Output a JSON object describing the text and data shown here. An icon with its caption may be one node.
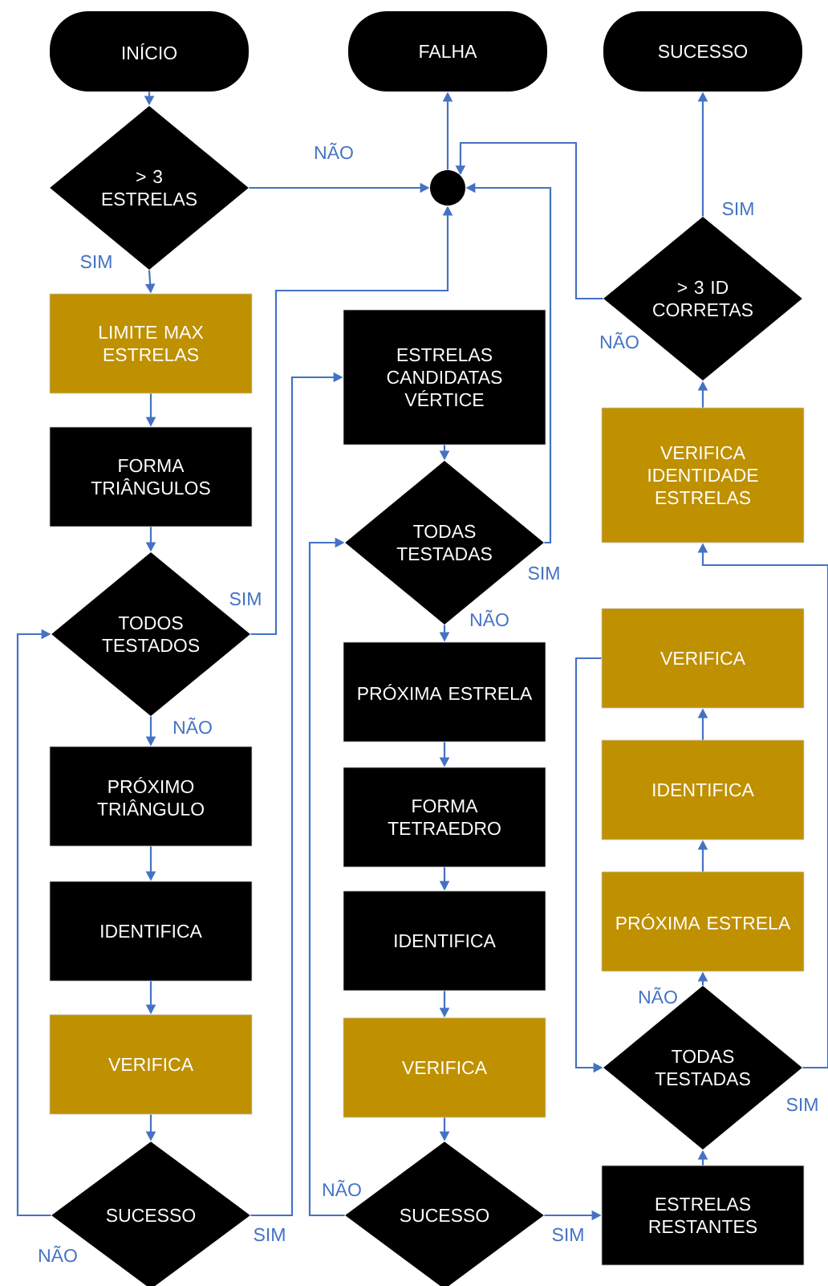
{
  "diagram": {
    "nodes": [
      {
        "text": [
          "INÍCIO"
        ]
      },
      {
        "text": [
          "FALHA"
        ]
      },
      {
        "text": [
          "SUCESSO"
        ]
      },
      {
        "text": [],
        "shape": "circle"
      },
      {
        "text": [
          "> 3 ESTRELAS"
        ]
      },
      {
        "text": [
          "LIMITE MAX ESTRELAS"
        ]
      },
      {
        "text": [
          "FORMA TRIÂNGULOS"
        ]
      },
      {
        "text": [
          "TODOS TESTADOS"
        ]
      },
      {
        "text": [
          "PRÓXIMO TRIÂNGULO"
        ]
      },
      {
        "text": [
          "IDENTIFICA"
        ]
      },
      {
        "text": [
          "VERIFICA"
        ]
      },
      {
        "text": [
          "SUCESSO"
        ]
      },
      {
        "text": [
          "ESTRELAS CANDIDATAS VÉRTICE"
        ]
      },
      {
        "text": [
          "TODAS TESTADAS"
        ]
      },
      {
        "text": [
          "PRÓXIMA ESTRELA"
        ]
      },
      {
        "text": [
          "FORMA TETRAEDRO"
        ]
      },
      {
        "text": [
          "IDENTIFICA"
        ]
      },
      {
        "text": [
          "VERIFICA"
        ]
      },
      {
        "text": [
          "SUCESSO"
        ]
      },
      {
        "text": [
          "> 3 ID CORRETAS"
        ]
      },
      {
        "text": [
          "VERIFICA IDENTIDADE ESTRELAS"
        ]
      },
      {
        "text": [
          "VERIFICA"
        ]
      },
      {
        "text": [
          "IDENTIFICA"
        ]
      },
      {
        "text": [
          "PRÓXIMA ESTRELA"
        ]
      },
      {
        "text": [
          "TODAS TESTADAS"
        ]
      },
      {
        "text": [
          "ESTRELAS RESTANTES"
        ]
      }
    ],
    "edges": [
      {
        "from": 0,
        "to": 4,
        "arrow": "to"
      },
      {
        "from": 4,
        "to": 3,
        "arrow": "to",
        "label": "NÃO"
      },
      {
        "from": 4,
        "to": 5,
        "arrow": "to",
        "label": "SIM"
      },
      {
        "from": 3,
        "to": 1,
        "arrow": "to"
      },
      {
        "from": 5,
        "to": 6,
        "arrow": "to"
      },
      {
        "from": 6,
        "to": 7,
        "arrow": "to"
      },
      {
        "from": 7,
        "to": 3,
        "arrow": "to",
        "label": "SIM"
      },
      {
        "from": 7,
        "to": 8,
        "arrow": "to",
        "label": "NÃO"
      },
      {
        "from": 8,
        "to": 9,
        "arrow": "to"
      },
      {
        "from": 9,
        "to": 10,
        "arrow": "to"
      },
      {
        "from": 10,
        "to": 11,
        "arrow": "to"
      },
      {
        "from": 11,
        "to": 7,
        "arrow": "to",
        "label": "NÃO"
      },
      {
        "from": 11,
        "to": 12,
        "arrow": "to",
        "label": "SIM"
      },
      {
        "from": 12,
        "to": 13,
        "arrow": "to"
      },
      {
        "from": 13,
        "to": 3,
        "arrow": "to",
        "label": "SIM"
      },
      {
        "from": 13,
        "to": 14,
        "arrow": "to",
        "label": "NÃO"
      },
      {
        "from": 14,
        "to": 15,
        "arrow": "to"
      },
      {
        "from": 15,
        "to": 16,
        "arrow": "to"
      },
      {
        "from": 16,
        "to": 17,
        "arrow": "to"
      },
      {
        "from": 17,
        "to": 18,
        "arrow": "to"
      },
      {
        "from": 18,
        "to": 13,
        "arrow": "to",
        "label": "NÃO"
      },
      {
        "from": 18,
        "to": 25,
        "arrow": "to",
        "label": "SIM"
      },
      {
        "from": 25,
        "to": 24,
        "arrow": "to"
      },
      {
        "from": 24,
        "to": 23,
        "arrow": "to",
        "label": "NÃO"
      },
      {
        "from": 23,
        "to": 22,
        "arrow": "to"
      },
      {
        "from": 22,
        "to": 21,
        "arrow": "to"
      },
      {
        "from": 21,
        "to": 24,
        "arrow": "to"
      },
      {
        "from": 24,
        "to": 20,
        "arrow": "to",
        "label": "SIM"
      },
      {
        "from": 20,
        "to": 19,
        "arrow": "to"
      },
      {
        "from": 19,
        "to": 2,
        "arrow": "to",
        "label": "SIM"
      },
      {
        "from": 19,
        "to": 3,
        "arrow": "to",
        "label": "NÃO"
      }
    ]
  }
}
